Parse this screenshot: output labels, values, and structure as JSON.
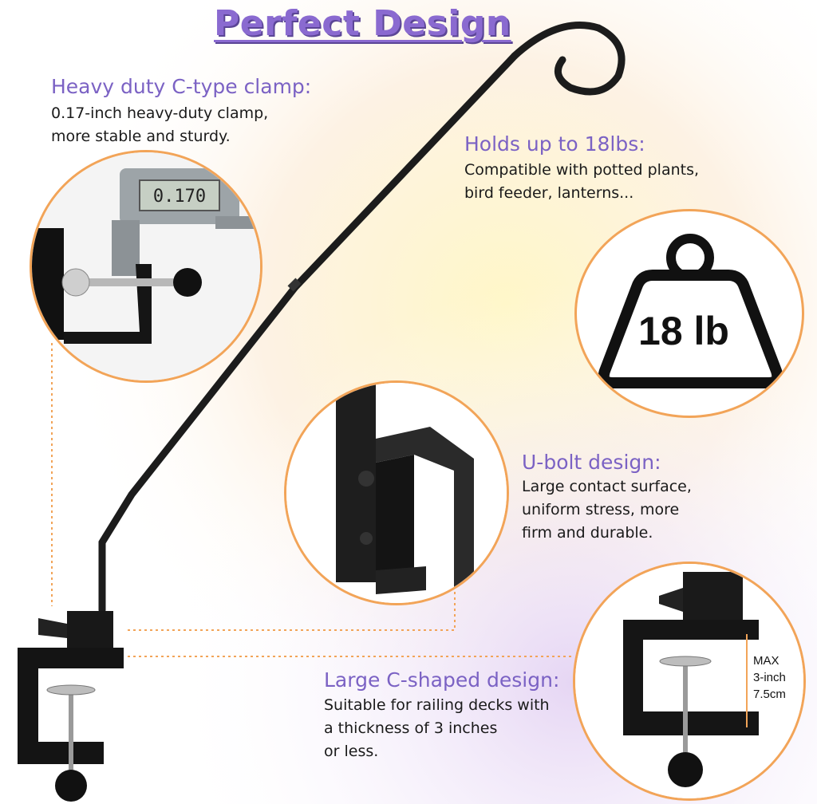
{
  "title": "Perfect Design",
  "features": {
    "clamp": {
      "heading": "Heavy duty C-type clamp:",
      "lines": [
        "0.17-inch heavy-duty clamp,",
        "more stable and sturdy."
      ]
    },
    "load": {
      "heading": "Holds up to 18lbs:",
      "lines": [
        "Compatible with potted plants,",
        "bird feeder, lanterns..."
      ]
    },
    "ubolt": {
      "heading": "U-bolt design:",
      "lines": [
        "Large contact surface,",
        "uniform stress, more",
        "firm and durable."
      ]
    },
    "cshape": {
      "heading": "Large C-shaped design:",
      "lines": [
        "Suitable for railing decks with",
        "a thickness of 3 inches",
        "or less."
      ]
    }
  },
  "caliper_reading": "0.170",
  "weight_label": "18 lb",
  "max_label": [
    "MAX",
    "3-inch",
    "7.5cm"
  ],
  "colors": {
    "accent_purple": "#7b62c4",
    "circle_border": "#f2a458",
    "metal": "#1c1c1c"
  },
  "icons": [
    "weight-icon",
    "caliper-image",
    "clamp-image",
    "u-bolt-image",
    "hook-bracket-image"
  ]
}
